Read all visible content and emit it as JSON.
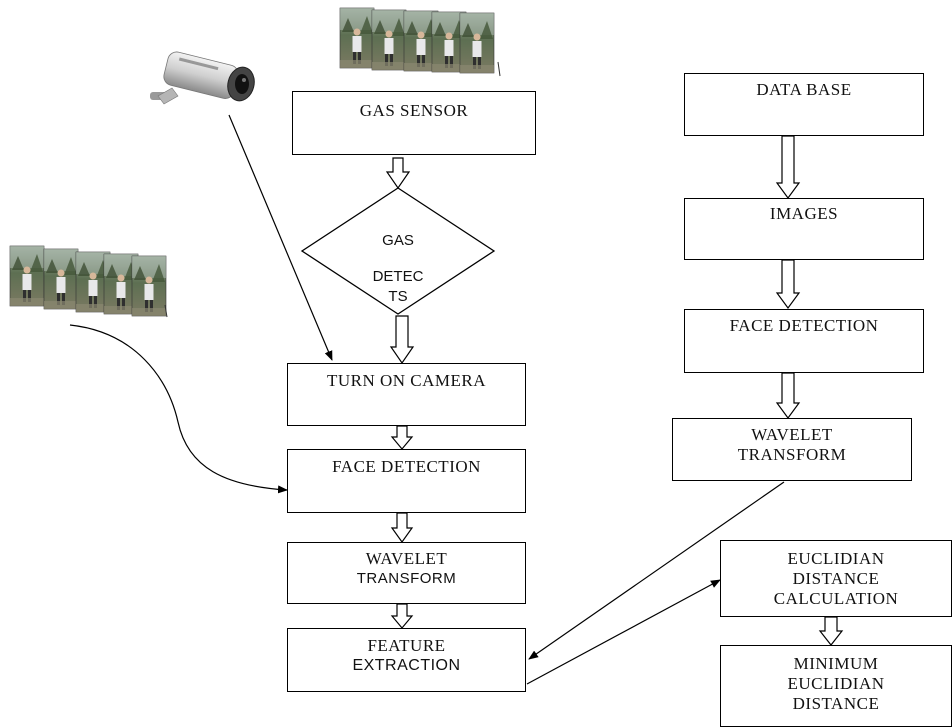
{
  "diagram": {
    "left_flow": {
      "gas_sensor": "GAS SENSOR",
      "decision": {
        "line1": "GAS",
        "line2": "DETEC",
        "line3": "TS"
      },
      "turn_on_camera": "TURN ON CAMERA",
      "face_detection": "FACE DETECTION",
      "wavelet": {
        "line1": "WAVELET",
        "line2": "TRANSFORM"
      },
      "feature": {
        "line1": "FEATURE",
        "line2": "EXTRACTION"
      }
    },
    "right_flow": {
      "database": "DATA BASE",
      "images": "IMAGES",
      "face_detection": "FACE DETECTION",
      "wavelet": {
        "line1": "WAVELET",
        "line2": "TRANSFORM"
      },
      "euclidian": {
        "line1": "EUCLIDIAN",
        "line2": "DISTANCE",
        "line3": "CALCULATION"
      },
      "minimum": {
        "line1": "MINIMUM",
        "line2": "EUCLIDIAN",
        "line3": "DISTANCE"
      }
    },
    "pictures": {
      "camera": "cctv-camera",
      "top_frames": "video-frame-stack",
      "left_frames": "video-frame-stack"
    }
  }
}
